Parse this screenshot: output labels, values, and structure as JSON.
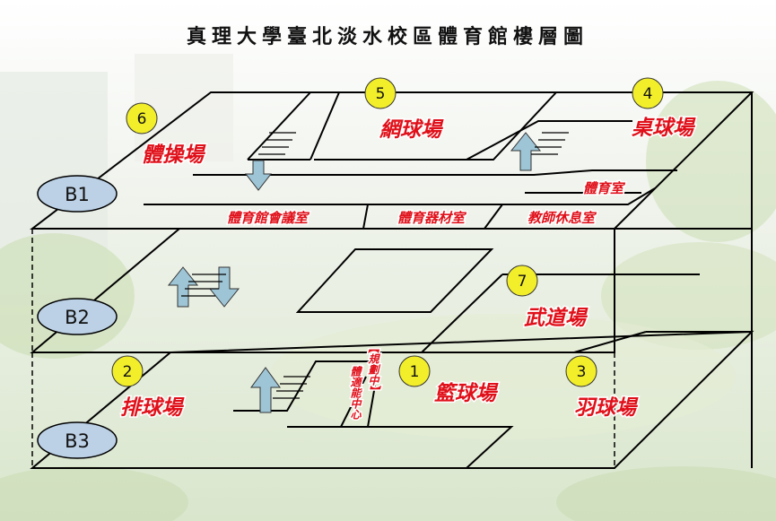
{
  "title": "真理大學臺北淡水校區體育館樓層圖",
  "floors": {
    "b1": "B1",
    "b2": "B2",
    "b3": "B3"
  },
  "rooms": {
    "gymnastics": "體操場",
    "tennis": "網球場",
    "table_tennis": "桌球場",
    "sports_office": "體育室",
    "meeting_room": "體育館會議室",
    "equipment_room": "體育器材室",
    "teacher_lounge": "教師休息室",
    "martial_arts": "武道場",
    "volleyball": "排球場",
    "basketball": "籃球場",
    "badminton": "羽球場",
    "fitness_center": "體適能中心",
    "planning_bracket": "【規劃中】"
  },
  "markers": {
    "m1": "1",
    "m2": "2",
    "m3": "3",
    "m4": "4",
    "m5": "5",
    "m6": "6",
    "m7": "7"
  },
  "colors": {
    "marker": "#f2ee2a",
    "floor_tag": "#bcd1e6",
    "room_text": "#e0101a",
    "arrow": "#9ec5d6"
  }
}
